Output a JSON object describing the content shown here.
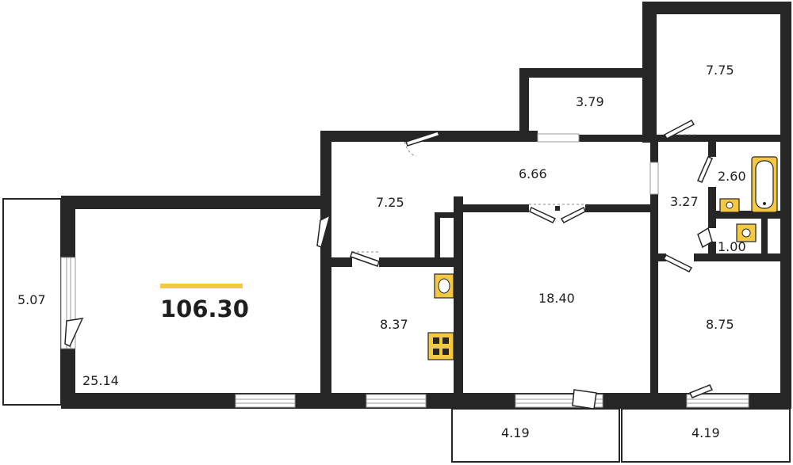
{
  "plan": {
    "total_area": "106.30",
    "accent_color": "#F5C842",
    "wall_color": "#262626",
    "rooms": [
      {
        "id": "living-room",
        "area": "25.14"
      },
      {
        "id": "balcony-left",
        "area": "5.07"
      },
      {
        "id": "hallway",
        "area": "7.25"
      },
      {
        "id": "corridor",
        "area": "6.66"
      },
      {
        "id": "storage",
        "area": "3.79"
      },
      {
        "id": "bedroom-top-right",
        "area": "7.75"
      },
      {
        "id": "bathroom",
        "area": "2.60"
      },
      {
        "id": "hall-small",
        "area": "3.27"
      },
      {
        "id": "toilet",
        "area": "1.00"
      },
      {
        "id": "kitchen",
        "area": "8.37"
      },
      {
        "id": "bedroom-main",
        "area": "18.40"
      },
      {
        "id": "bedroom-right",
        "area": "8.75"
      },
      {
        "id": "balcony-bottom-left",
        "area": "4.19"
      },
      {
        "id": "balcony-bottom-right",
        "area": "4.19"
      }
    ]
  }
}
